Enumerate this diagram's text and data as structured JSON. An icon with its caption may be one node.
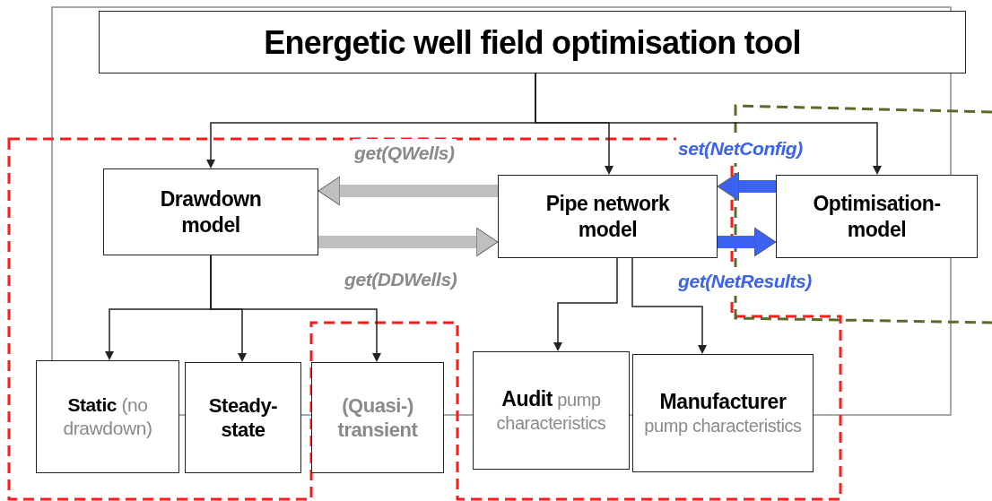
{
  "diagram": {
    "nodes": [
      {
        "text": [
          "Energetic well field optimisation tool"
        ]
      },
      {
        "text": [
          "Drawdown model"
        ]
      },
      {
        "text": [
          "Pipe network model"
        ]
      },
      {
        "text": [
          "Optimisation- model"
        ]
      },
      {
        "text": [
          "**Static** (no drawdown)"
        ]
      },
      {
        "text": [
          "Steady- state"
        ]
      },
      {
        "text": [
          "(Quasi-) transient"
        ]
      },
      {
        "text": [
          "**Audit** pump characteristics"
        ]
      },
      {
        "text": [
          "**Manufacturer** pump characteristics"
        ]
      }
    ],
    "edges": [
      {
        "from": 0,
        "to": 1,
        "arrow": "to"
      },
      {
        "from": 0,
        "to": 2,
        "arrow": "to"
      },
      {
        "from": 0,
        "to": 3,
        "arrow": "to"
      },
      {
        "from": 2,
        "to": 1,
        "arrow": "to",
        "label": "get(QWells)",
        "style": "thick",
        "color": "#bfbfbf"
      },
      {
        "from": 1,
        "to": 2,
        "arrow": "to",
        "label": "get(DDWells)",
        "style": "thick",
        "color": "#bfbfbf"
      },
      {
        "from": 3,
        "to": 2,
        "arrow": "to",
        "label": "set(NetConfig)",
        "style": "thick",
        "color": "#3b62f0"
      },
      {
        "from": 2,
        "to": 3,
        "arrow": "to",
        "label": "get(NetResults)",
        "style": "thick",
        "color": "#3b62f0"
      },
      {
        "from": 1,
        "to": 4,
        "arrow": "to"
      },
      {
        "from": 1,
        "to": 5,
        "arrow": "to"
      },
      {
        "from": 1,
        "to": 6,
        "arrow": "to"
      },
      {
        "from": 2,
        "to": 7,
        "arrow": "to"
      },
      {
        "from": 2,
        "to": 8,
        "arrow": "to"
      }
    ]
  }
}
